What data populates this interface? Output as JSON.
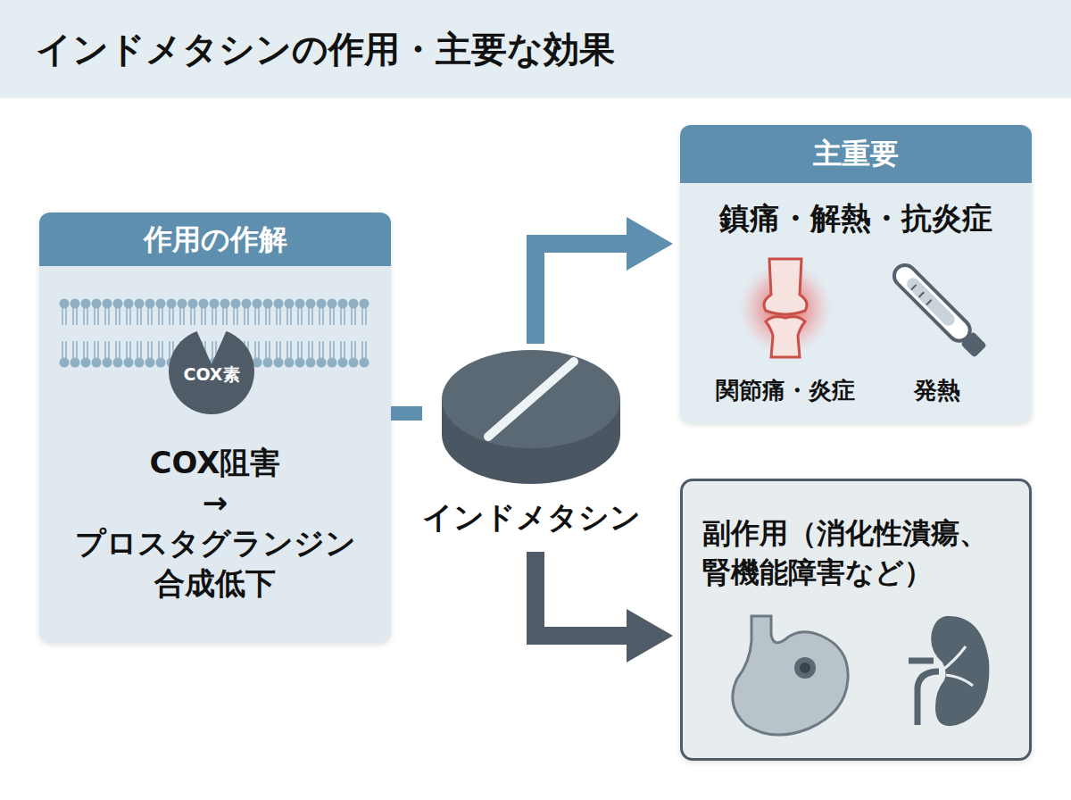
{
  "diagram": {
    "title": "インドメタシンの作用・主要な効果",
    "nodes": [
      {
        "text": [
          "作用の作解",
          "COX阻害 → プロスタグランジン 合成低下"
        ]
      },
      {
        "text": [
          "COX素"
        ],
        "in": 0
      },
      {
        "text": [
          "インドメタシン"
        ]
      },
      {
        "text": [
          "主重要",
          "鎮痛・解熱・抗炎症",
          "関節痛・炎症",
          "発熱"
        ]
      },
      {
        "text": [
          "副作用（消化性潰瘍、 腎機能障害など）"
        ]
      }
    ],
    "edges": [
      {
        "from": 0,
        "to": 2,
        "arrow": "none"
      },
      {
        "from": 2,
        "to": 3,
        "arrow": "to"
      },
      {
        "from": 2,
        "to": 4,
        "arrow": "to"
      }
    ]
  }
}
